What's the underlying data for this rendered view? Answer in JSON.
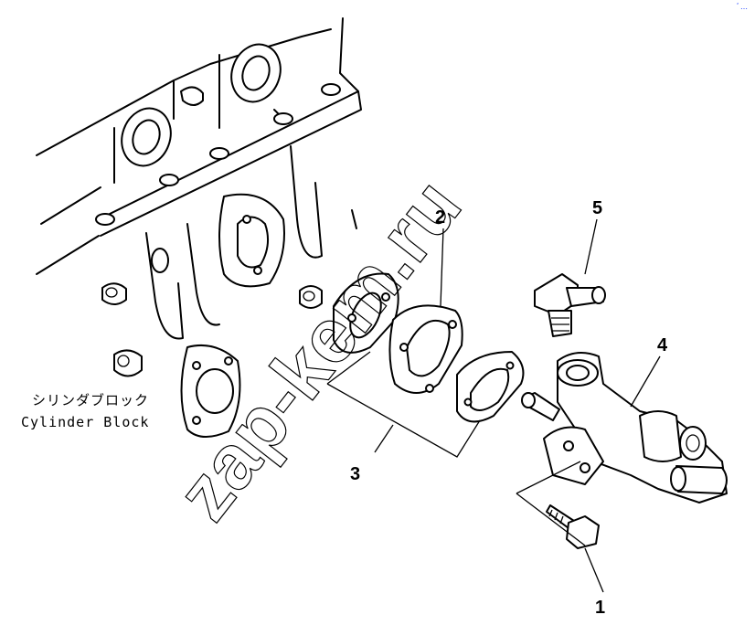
{
  "diagram": {
    "callouts": [
      {
        "id": "1",
        "label": "1"
      },
      {
        "id": "2",
        "label": "2"
      },
      {
        "id": "3",
        "label": "3"
      },
      {
        "id": "4",
        "label": "4"
      },
      {
        "id": "5",
        "label": "5"
      }
    ],
    "cylinder_block_jp": "シリンダブロック",
    "cylinder_block_en": "Cylinder Block",
    "watermark": "zap-kem.ru",
    "corner_mark": "ﾞ…"
  }
}
